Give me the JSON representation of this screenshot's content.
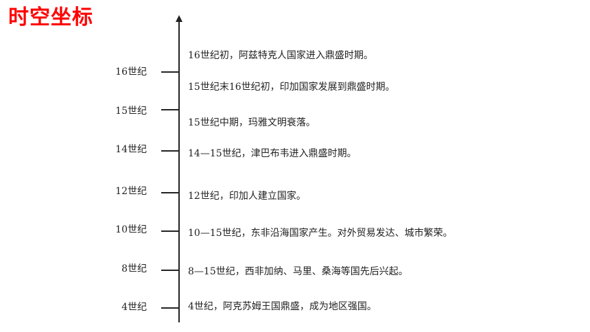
{
  "title": "时空坐标",
  "ticks": [
    "16世纪",
    "15世纪",
    "14世纪",
    "12世纪",
    "10世纪",
    "8世纪",
    "4世纪"
  ],
  "events": [
    "16世纪初，阿兹特克人国家进入鼎盛时期。",
    "15世纪末16世纪初，印加国家发展到鼎盛时期。",
    "15世纪中期，玛雅文明衰落。",
    "14—15世纪，津巴布韦进入鼎盛时期。",
    "12世纪，印加人建立国家。",
    "10—15世纪，东非沿海国家产生。对外贸易发达、城市繁荣。",
    "8—15世纪，西非加纳、马里、桑海等国先后兴起。",
    "4世纪，阿克苏姆王国鼎盛，成为地区强国。"
  ],
  "colors": {
    "title": "#ff0000",
    "axis": "#222222"
  }
}
